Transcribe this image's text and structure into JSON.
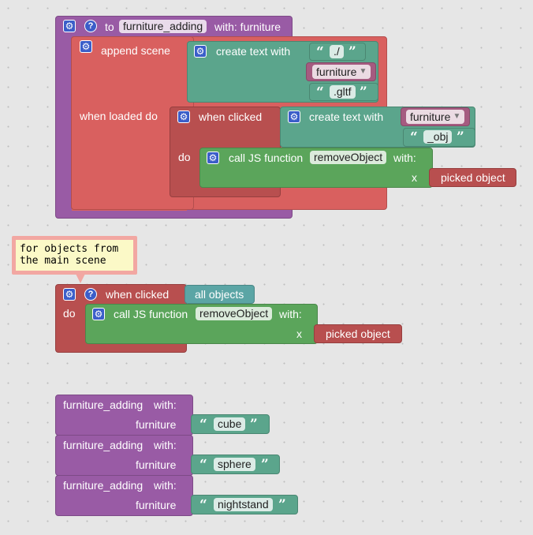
{
  "procedure": {
    "to_label": "to",
    "name": "furniture_adding",
    "with_label": "with: furniture",
    "append_scene": "append scene",
    "create_text_with": "create text with",
    "text1": "./",
    "var1": "furniture",
    "text2": ".gltf",
    "when_loaded_do": "when loaded do",
    "when_clicked": "when clicked",
    "create_text_with2": "create text with",
    "var2": "furniture",
    "text3": "_obj",
    "do_label": "do",
    "call_js": "call JS function",
    "fn_name": "removeObject",
    "with2": "with:",
    "x_label": "x",
    "picked": "picked object"
  },
  "comment": {
    "text": "for objects from\nthe main scene"
  },
  "event": {
    "when_clicked": "when clicked",
    "target": "all objects",
    "do_label": "do",
    "call_js": "call JS function",
    "fn_name": "removeObject",
    "with_label": "with:",
    "x_label": "x",
    "picked": "picked object"
  },
  "calls": [
    {
      "name": "furniture_adding",
      "with": "with:",
      "arg_label": "furniture",
      "value": "cube"
    },
    {
      "name": "furniture_adding",
      "with": "with:",
      "arg_label": "furniture",
      "value": "sphere"
    },
    {
      "name": "furniture_adding",
      "with": "with:",
      "arg_label": "furniture",
      "value": "nightstand"
    }
  ],
  "icons": {
    "gear": "gear-icon",
    "help": "help-icon",
    "dropdown": "dropdown-arrow-icon"
  },
  "colors": {
    "procedure": "#995ba5",
    "scene": "#d9605f",
    "event": "#b84f4f",
    "call": "#5ba55b",
    "text": "#5ba58c",
    "variable": "#a55b80",
    "objects": "#5ba5a5"
  }
}
